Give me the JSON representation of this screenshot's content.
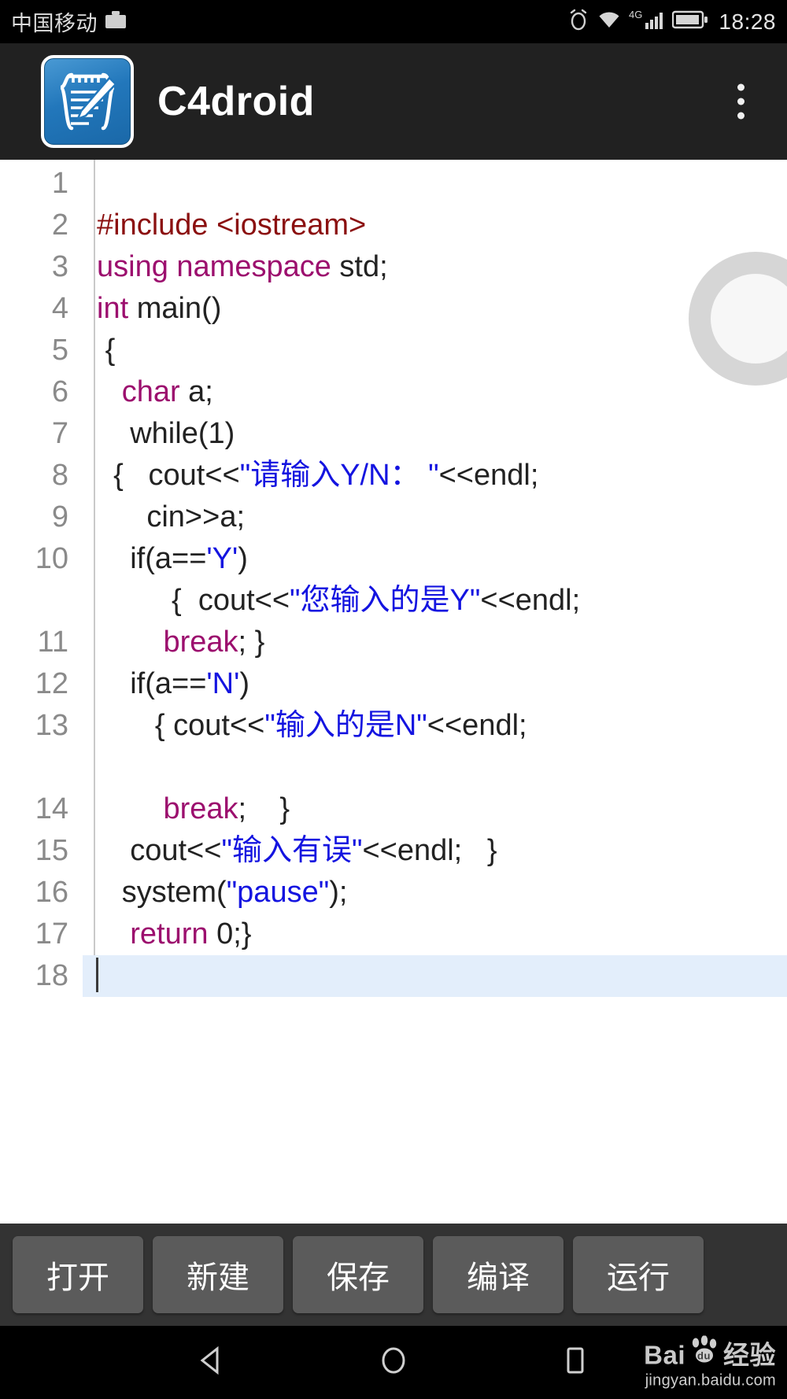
{
  "statusbar": {
    "carrier": "中国移动",
    "clock": "18:28",
    "icons": [
      "briefcase-icon",
      "alarm-icon",
      "wifi-icon",
      "signal-4g-icon",
      "battery-icon"
    ],
    "network_label": "4G",
    "background": "#000000"
  },
  "appbar": {
    "title": "C4droid",
    "logo_name": "c4droid-logo",
    "overflow_label": "more-options",
    "background": "#212121",
    "accent": "#2277bb"
  },
  "editor": {
    "background": "#ffffff",
    "line_number_color": "#8a8a8a",
    "current_line_highlight": "#e3eefb",
    "colors": {
      "keyword": "#9c0f6e",
      "preprocessor": "#8b1010",
      "string": "#1414e0",
      "plain": "#222222"
    },
    "cursor_line": 18,
    "lines": [
      {
        "n": "1",
        "wrapped": false,
        "tokens": []
      },
      {
        "n": "2",
        "wrapped": false,
        "tokens": [
          {
            "t": "pre",
            "v": "#include <iostream>"
          }
        ]
      },
      {
        "n": "3",
        "wrapped": false,
        "tokens": [
          {
            "t": "kw",
            "v": "using namespace "
          },
          {
            "t": "plain",
            "v": "std;"
          }
        ]
      },
      {
        "n": "4",
        "wrapped": false,
        "tokens": [
          {
            "t": "kw",
            "v": "int "
          },
          {
            "t": "plain",
            "v": "main()"
          }
        ]
      },
      {
        "n": "5",
        "wrapped": false,
        "tokens": [
          {
            "t": "plain",
            "v": " {"
          }
        ]
      },
      {
        "n": "6",
        "wrapped": false,
        "tokens": [
          {
            "t": "plain",
            "v": "   "
          },
          {
            "t": "kw",
            "v": "char"
          },
          {
            "t": "plain",
            "v": " a;"
          }
        ]
      },
      {
        "n": "7",
        "wrapped": false,
        "tokens": [
          {
            "t": "plain",
            "v": "    while(1)"
          }
        ]
      },
      {
        "n": "8",
        "wrapped": false,
        "tokens": [
          {
            "t": "plain",
            "v": "  {   cout<<"
          },
          {
            "t": "str",
            "v": "\"请输入Y/N： \""
          },
          {
            "t": "plain",
            "v": "<<endl;"
          }
        ]
      },
      {
        "n": "9",
        "wrapped": false,
        "tokens": [
          {
            "t": "plain",
            "v": "      cin>>a;"
          }
        ]
      },
      {
        "n": "10",
        "wrapped": true,
        "tokens": [
          {
            "t": "plain",
            "v": "    if(a=="
          },
          {
            "t": "str",
            "v": "'Y'"
          },
          {
            "t": "plain",
            "v": ")\n         {  cout<<"
          },
          {
            "t": "str",
            "v": "\"您输入的是Y\""
          },
          {
            "t": "plain",
            "v": "<<endl;"
          }
        ]
      },
      {
        "n": "11",
        "wrapped": false,
        "tokens": [
          {
            "t": "plain",
            "v": "        "
          },
          {
            "t": "kw",
            "v": "break"
          },
          {
            "t": "plain",
            "v": "; }"
          }
        ]
      },
      {
        "n": "12",
        "wrapped": false,
        "tokens": [
          {
            "t": "plain",
            "v": "    if(a=="
          },
          {
            "t": "str",
            "v": "'N'"
          },
          {
            "t": "plain",
            "v": ")"
          }
        ]
      },
      {
        "n": "13",
        "wrapped": true,
        "tokens": [
          {
            "t": "plain",
            "v": "       { cout<<"
          },
          {
            "t": "str",
            "v": "\"输入的是N\""
          },
          {
            "t": "plain",
            "v": "<<endl;\n"
          }
        ]
      },
      {
        "n": "14",
        "wrapped": false,
        "tokens": [
          {
            "t": "plain",
            "v": "        "
          },
          {
            "t": "kw",
            "v": "break"
          },
          {
            "t": "plain",
            "v": ";    }"
          }
        ]
      },
      {
        "n": "15",
        "wrapped": false,
        "tokens": [
          {
            "t": "plain",
            "v": "    cout<<"
          },
          {
            "t": "str",
            "v": "\"输入有误\""
          },
          {
            "t": "plain",
            "v": "<<endl;   }"
          }
        ]
      },
      {
        "n": "16",
        "wrapped": false,
        "tokens": [
          {
            "t": "plain",
            "v": "   system("
          },
          {
            "t": "str",
            "v": "\"pause\""
          },
          {
            "t": "plain",
            "v": ");"
          }
        ]
      },
      {
        "n": "17",
        "wrapped": false,
        "tokens": [
          {
            "t": "plain",
            "v": "    "
          },
          {
            "t": "kw",
            "v": "return"
          },
          {
            "t": "plain",
            "v": " 0;}"
          }
        ]
      },
      {
        "n": "18",
        "wrapped": false,
        "tokens": []
      }
    ],
    "overlay_icon": "zoom-ring-indicator"
  },
  "toolbar": {
    "background": "#333333",
    "buttons": [
      {
        "label": "打开",
        "name": "open-button"
      },
      {
        "label": "新建",
        "name": "new-button"
      },
      {
        "label": "保存",
        "name": "save-button"
      },
      {
        "label": "编译",
        "name": "compile-button"
      },
      {
        "label": "运行",
        "name": "run-button"
      }
    ]
  },
  "navbar": {
    "background": "#000000",
    "buttons": [
      "back-button",
      "home-button",
      "recents-button"
    ],
    "watermark_main": "Bai",
    "watermark_main2": "经验",
    "watermark_du": "du",
    "watermark_sub": "jingyan.baidu.com"
  }
}
